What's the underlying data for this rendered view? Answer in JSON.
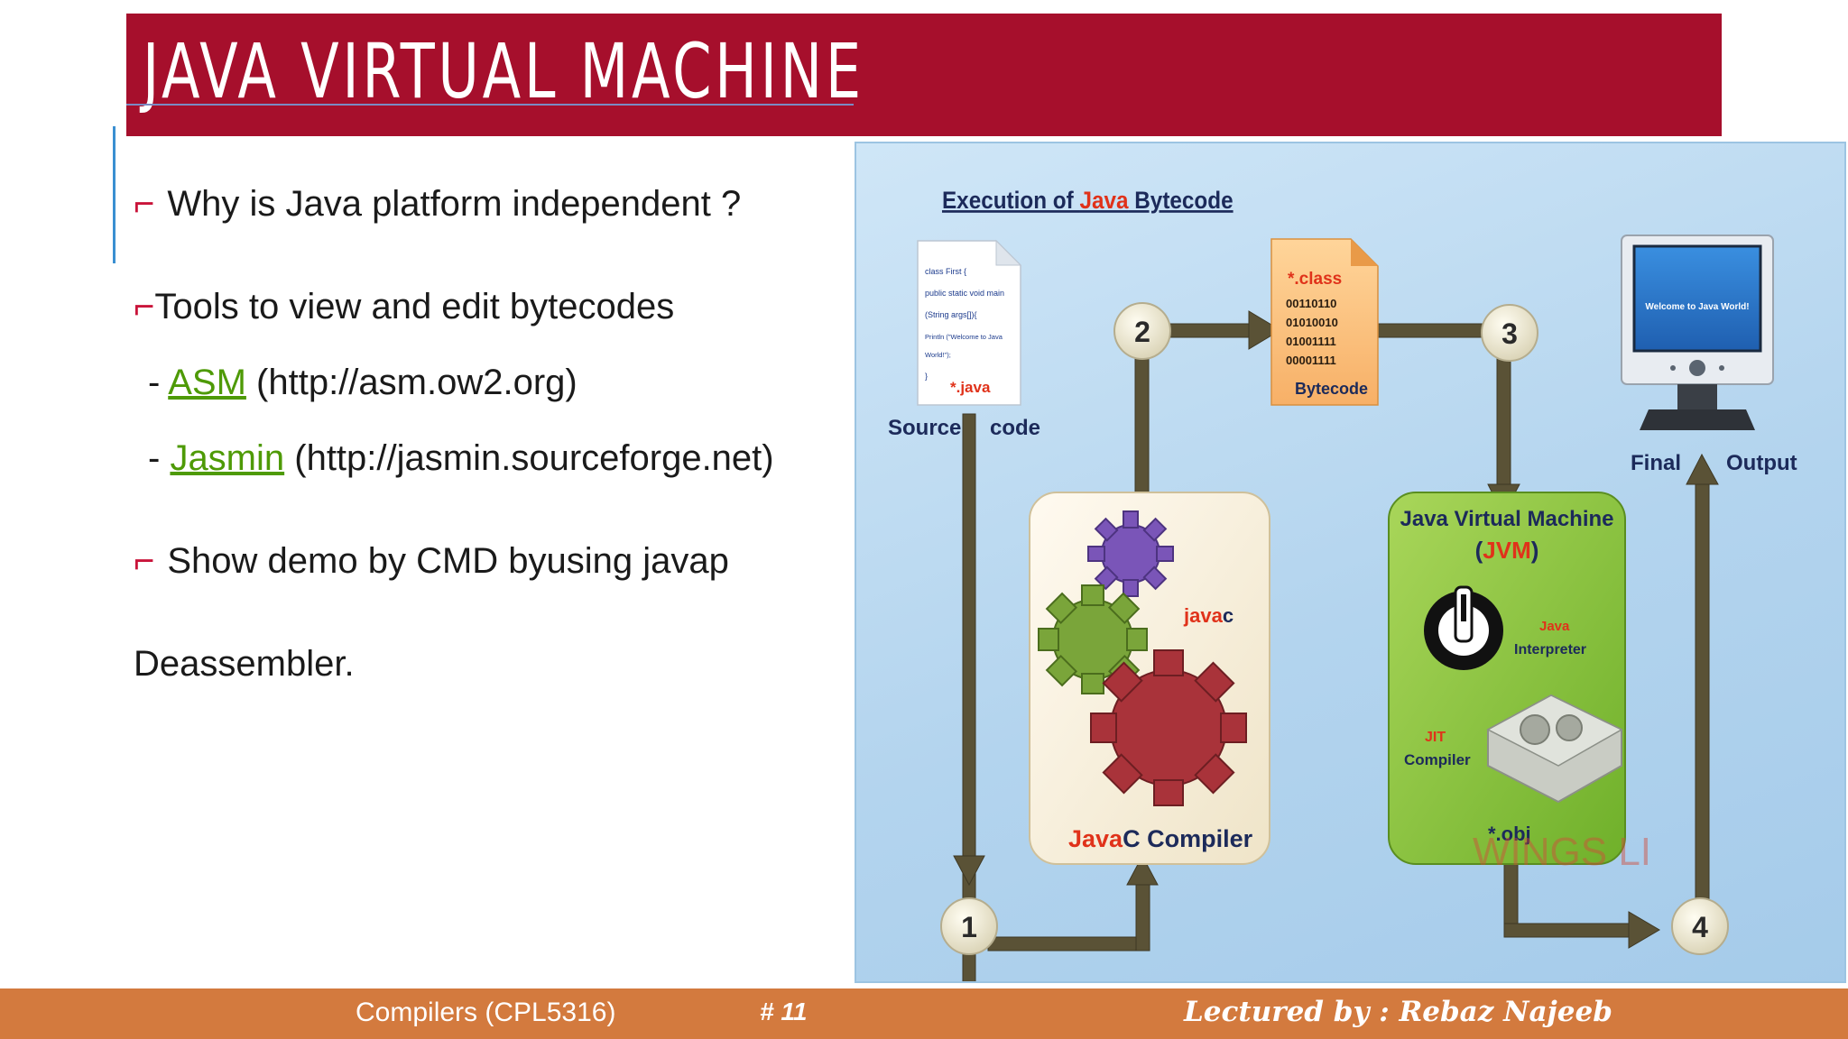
{
  "slide": {
    "title": "JAVA VIRTUAL MACHINE"
  },
  "content": {
    "bullet_glyph": "⌐",
    "line1": "Why is Java platform independent ?",
    "line2": "Tools to view and edit bytecodes",
    "tool1": {
      "dash": "- ",
      "name": "ASM",
      "url": " (http://asm.ow2.org)"
    },
    "tool2": {
      "dash": "- ",
      "name": "Jasmin",
      "url": " (http://jasmin.sourceforge.net)"
    },
    "line3": "Show demo by CMD byusing javap",
    "line4": "Deassembler."
  },
  "diagram": {
    "title_part1": "Execution of ",
    "title_part2": "Java",
    "title_part3": " Bytecode",
    "source_file": {
      "code_lines": [
        "class First {",
        "public static void main",
        "(String args[]){",
        "Println (\"Welcome to Java",
        "World!\");",
        "}"
      ],
      "ext": "*.java"
    },
    "source_label_1": "Source",
    "source_label_2": "code",
    "class_file": {
      "ext": "*.class",
      "bits": [
        "00110110",
        "01010010",
        "01001111",
        "00001111"
      ],
      "label": "Bytecode"
    },
    "monitor_text": "Welcome to Java World!",
    "final_label_1": "Final",
    "final_label_2": "Output",
    "compiler": {
      "gear_label_1": "java",
      "gear_label_2": "c",
      "name_part1": "Java",
      "name_part2": "C Compiler"
    },
    "jvm": {
      "title": "Java Virtual Machine",
      "abbr_open": "(",
      "abbr": "JVM",
      "abbr_close": ")",
      "interp_1": "Java",
      "interp_2": "Interpreter",
      "jit_1": "JIT",
      "jit_2": "Compiler",
      "obj": "*.obj"
    },
    "steps": [
      "1",
      "2",
      "3",
      "4"
    ],
    "watermark": "WINGS LI"
  },
  "footer": {
    "course": "Compilers (CPL5316)",
    "page": "# 11",
    "lecturer": "Lectured by : Rebaz Najeeb"
  },
  "colors": {
    "title_bar": "#a60f2c",
    "footer": "#d37a3e",
    "bullet": "#c9143a",
    "link": "#4e9a06",
    "accent_red": "#e0321a",
    "arrow": "#5a5236"
  }
}
